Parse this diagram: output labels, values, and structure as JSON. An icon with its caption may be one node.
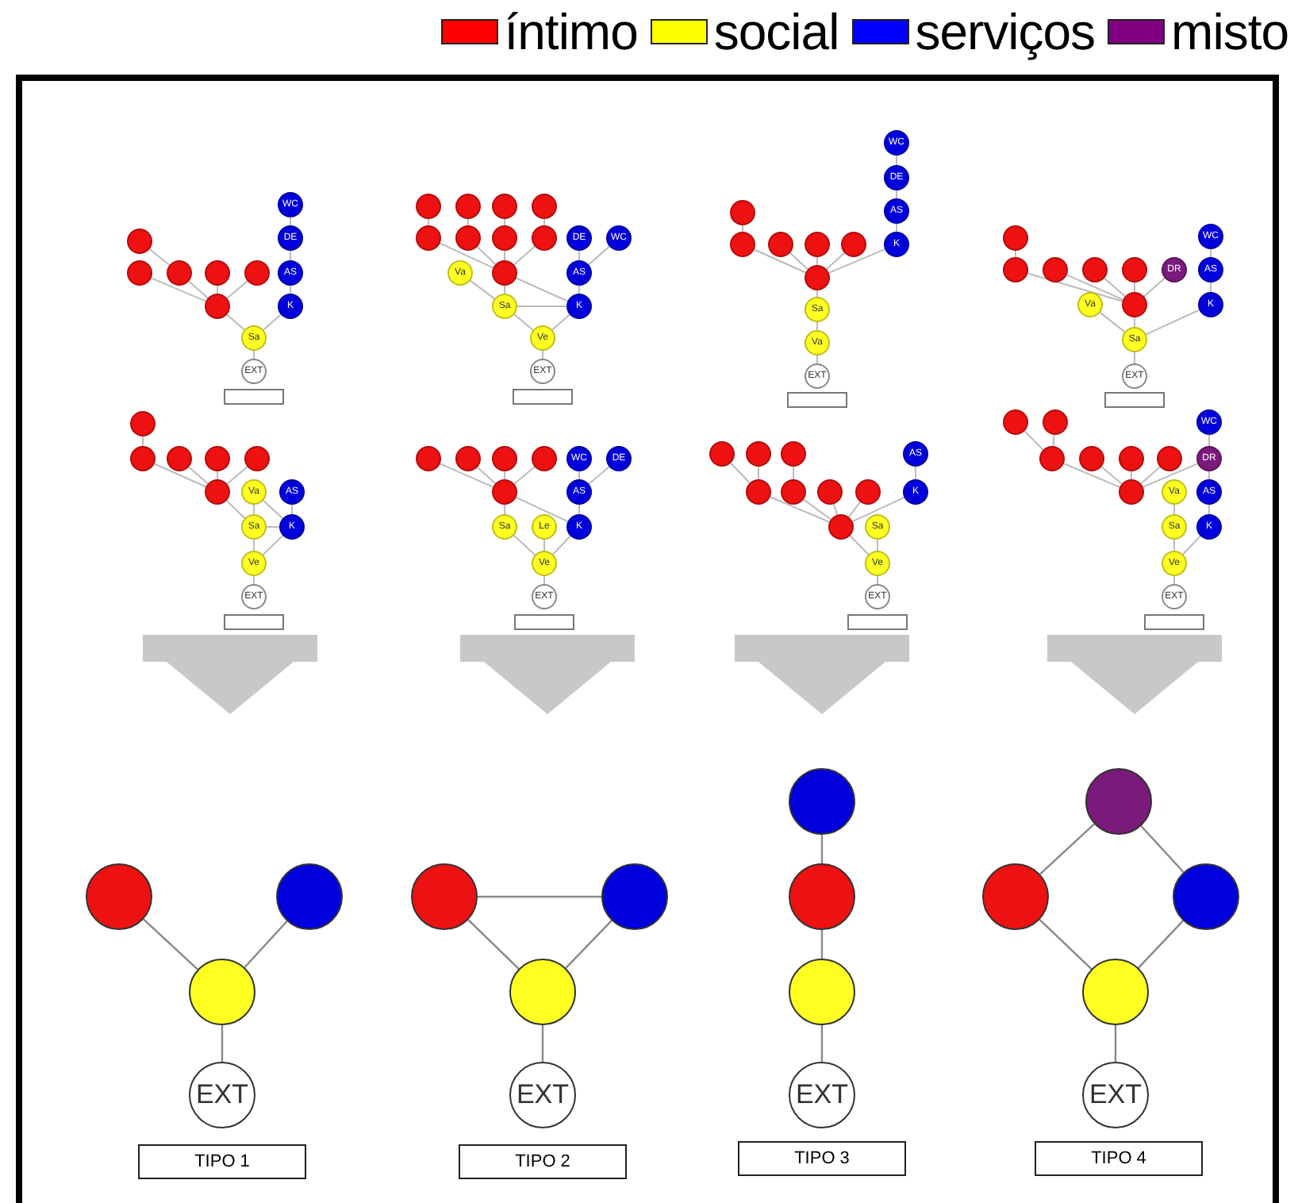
{
  "diagram": {
    "nodes": [
      {
        "text": [
          "WC"
        ]
      },
      {
        "text": [
          "DE"
        ]
      },
      {
        "text": [
          "AS"
        ]
      },
      {
        "text": [
          "K"
        ]
      },
      {
        "text": [],
        "shape": "circle"
      },
      {
        "text": [],
        "shape": "circle"
      },
      {
        "text": [],
        "shape": "circle"
      },
      {
        "text": [],
        "shape": "circle"
      },
      {
        "text": [],
        "shape": "circle"
      },
      {
        "text": [],
        "shape": "circle"
      },
      {
        "text": [
          "Sa"
        ]
      },
      {
        "text": [
          "EXT"
        ]
      },
      {
        "text": [],
        "shape": "box"
      },
      {
        "text": [],
        "shape": "circle"
      },
      {
        "text": [],
        "shape": "circle"
      },
      {
        "text": [],
        "shape": "circle"
      },
      {
        "text": [],
        "shape": "circle"
      },
      {
        "text": [],
        "shape": "circle"
      },
      {
        "text": [],
        "shape": "circle"
      },
      {
        "text": [],
        "shape": "circle"
      },
      {
        "text": [],
        "shape": "circle"
      },
      {
        "text": [
          "DE"
        ]
      },
      {
        "text": [
          "WC"
        ]
      },
      {
        "text": [
          "Va"
        ]
      },
      {
        "text": [],
        "shape": "circle"
      },
      {
        "text": [
          "AS"
        ]
      },
      {
        "text": [
          "Sa"
        ]
      },
      {
        "text": [
          "K"
        ]
      },
      {
        "text": [
          "Ve"
        ]
      },
      {
        "text": [
          "EXT"
        ]
      },
      {
        "text": [],
        "shape": "box"
      },
      {
        "text": [
          "WC"
        ]
      },
      {
        "text": [
          "DE"
        ]
      },
      {
        "text": [
          "AS"
        ]
      },
      {
        "text": [],
        "shape": "circle"
      },
      {
        "text": [],
        "shape": "circle"
      },
      {
        "text": [],
        "shape": "circle"
      },
      {
        "text": [],
        "shape": "circle"
      },
      {
        "text": [],
        "shape": "circle"
      },
      {
        "text": [
          "K"
        ]
      },
      {
        "text": [],
        "shape": "circle"
      },
      {
        "text": [
          "Sa"
        ]
      },
      {
        "text": [
          "Va"
        ]
      },
      {
        "text": [
          "EXT"
        ]
      },
      {
        "text": [],
        "shape": "box"
      },
      {
        "text": [
          "WC"
        ]
      },
      {
        "text": [],
        "shape": "circle"
      },
      {
        "text": [],
        "shape": "circle"
      },
      {
        "text": [],
        "shape": "circle"
      },
      {
        "text": [],
        "shape": "circle"
      },
      {
        "text": [],
        "shape": "circle"
      },
      {
        "text": [
          "DR"
        ]
      },
      {
        "text": [
          "AS"
        ]
      },
      {
        "text": [
          "Va"
        ]
      },
      {
        "text": [],
        "shape": "circle"
      },
      {
        "text": [
          "K"
        ]
      },
      {
        "text": [
          "Sa"
        ]
      },
      {
        "text": [
          "EXT"
        ]
      },
      {
        "text": [],
        "shape": "box"
      },
      {
        "text": [],
        "shape": "circle"
      },
      {
        "text": [],
        "shape": "circle"
      },
      {
        "text": [],
        "shape": "circle"
      },
      {
        "text": [],
        "shape": "circle"
      },
      {
        "text": [],
        "shape": "circle"
      },
      {
        "text": [],
        "shape": "circle"
      },
      {
        "text": [
          "Va"
        ]
      },
      {
        "text": [
          "AS"
        ]
      },
      {
        "text": [
          "Sa"
        ]
      },
      {
        "text": [
          "K"
        ]
      },
      {
        "text": [
          "Ve"
        ]
      },
      {
        "text": [
          "EXT"
        ]
      },
      {
        "text": [],
        "shape": "box"
      },
      {
        "text": [],
        "shape": "circle"
      },
      {
        "text": [],
        "shape": "circle"
      },
      {
        "text": [],
        "shape": "circle"
      },
      {
        "text": [],
        "shape": "circle"
      },
      {
        "text": [
          "WC"
        ]
      },
      {
        "text": [
          "DE"
        ]
      },
      {
        "text": [],
        "shape": "circle"
      },
      {
        "text": [
          "AS"
        ]
      },
      {
        "text": [
          "Sa"
        ]
      },
      {
        "text": [
          "Le"
        ]
      },
      {
        "text": [
          "K"
        ]
      },
      {
        "text": [
          "Ve"
        ]
      },
      {
        "text": [
          "EXT"
        ]
      },
      {
        "text": [],
        "shape": "box"
      },
      {
        "text": [],
        "shape": "circle"
      },
      {
        "text": [],
        "shape": "circle"
      },
      {
        "text": [],
        "shape": "circle"
      },
      {
        "text": [
          "AS"
        ]
      },
      {
        "text": [],
        "shape": "circle"
      },
      {
        "text": [],
        "shape": "circle"
      },
      {
        "text": [],
        "shape": "circle"
      },
      {
        "text": [],
        "shape": "circle"
      },
      {
        "text": [
          "K"
        ]
      },
      {
        "text": [],
        "shape": "circle"
      },
      {
        "text": [
          "Sa"
        ]
      },
      {
        "text": [
          "Ve"
        ]
      },
      {
        "text": [
          "EXT"
        ]
      },
      {
        "text": [],
        "shape": "box"
      },
      {
        "text": [],
        "shape": "circle"
      },
      {
        "text": [],
        "shape": "circle"
      },
      {
        "text": [
          "WC"
        ]
      },
      {
        "text": [],
        "shape": "circle"
      },
      {
        "text": [],
        "shape": "circle"
      },
      {
        "text": [],
        "shape": "circle"
      },
      {
        "text": [],
        "shape": "circle"
      },
      {
        "text": [
          "DR"
        ]
      },
      {
        "text": [],
        "shape": "circle"
      },
      {
        "text": [
          "Va"
        ]
      },
      {
        "text": [
          "AS"
        ]
      },
      {
        "text": [
          "Sa"
        ]
      },
      {
        "text": [
          "K"
        ]
      },
      {
        "text": [
          "Ve"
        ]
      },
      {
        "text": [
          "EXT"
        ]
      },
      {
        "text": [],
        "shape": "box"
      },
      {
        "text": [],
        "shape": "circle"
      },
      {
        "text": [],
        "shape": "circle"
      },
      {
        "text": [],
        "shape": "circle"
      },
      {
        "text": [
          "EXT"
        ]
      },
      {
        "text": [
          "TIPO 1"
        ]
      },
      {
        "text": [],
        "shape": "circle"
      },
      {
        "text": [],
        "shape": "circle"
      },
      {
        "text": [],
        "shape": "circle"
      },
      {
        "text": [
          "EXT"
        ]
      },
      {
        "text": [
          "TIPO 2"
        ]
      },
      {
        "text": [],
        "shape": "circle"
      },
      {
        "text": [],
        "shape": "circle"
      },
      {
        "text": [],
        "shape": "circle"
      },
      {
        "text": [
          "EXT"
        ]
      },
      {
        "text": [
          "TIPO 3"
        ]
      },
      {
        "text": [],
        "shape": "circle"
      },
      {
        "text": [],
        "shape": "circle"
      },
      {
        "text": [],
        "shape": "circle"
      },
      {
        "text": [],
        "shape": "circle"
      },
      {
        "text": [
          "EXT"
        ]
      },
      {
        "text": [
          "TIPO 4"
        ]
      }
    ],
    "edges": [
      {
        "from": 0,
        "to": 1,
        "arrow": "none"
      },
      {
        "from": 1,
        "to": 2,
        "arrow": "none"
      },
      {
        "from": 2,
        "to": 3,
        "arrow": "none"
      },
      {
        "from": 4,
        "to": 6,
        "arrow": "none"
      },
      {
        "from": 5,
        "to": 9,
        "arrow": "none"
      },
      {
        "from": 6,
        "to": 9,
        "arrow": "none"
      },
      {
        "from": 7,
        "to": 9,
        "arrow": "none"
      },
      {
        "from": 8,
        "to": 9,
        "arrow": "none"
      },
      {
        "from": 9,
        "to": 10,
        "arrow": "none"
      },
      {
        "from": 3,
        "to": 10,
        "arrow": "none"
      },
      {
        "from": 10,
        "to": 11,
        "arrow": "none"
      },
      {
        "from": 13,
        "to": 17,
        "arrow": "none"
      },
      {
        "from": 14,
        "to": 18,
        "arrow": "none"
      },
      {
        "from": 15,
        "to": 19,
        "arrow": "none"
      },
      {
        "from": 16,
        "to": 20,
        "arrow": "none"
      },
      {
        "from": 17,
        "to": 24,
        "arrow": "none"
      },
      {
        "from": 18,
        "to": 24,
        "arrow": "none"
      },
      {
        "from": 19,
        "to": 24,
        "arrow": "none"
      },
      {
        "from": 20,
        "to": 24,
        "arrow": "none"
      },
      {
        "from": 21,
        "to": 25,
        "arrow": "none"
      },
      {
        "from": 22,
        "to": 25,
        "arrow": "none"
      },
      {
        "from": 25,
        "to": 27,
        "arrow": "none"
      },
      {
        "from": 24,
        "to": 26,
        "arrow": "none"
      },
      {
        "from": 23,
        "to": 26,
        "arrow": "none"
      },
      {
        "from": 26,
        "to": 27,
        "arrow": "none"
      },
      {
        "from": 24,
        "to": 27,
        "arrow": "none"
      },
      {
        "from": 26,
        "to": 28,
        "arrow": "none"
      },
      {
        "from": 27,
        "to": 28,
        "arrow": "none"
      },
      {
        "from": 28,
        "to": 29,
        "arrow": "none"
      },
      {
        "from": 31,
        "to": 32,
        "arrow": "none"
      },
      {
        "from": 32,
        "to": 33,
        "arrow": "none"
      },
      {
        "from": 33,
        "to": 39,
        "arrow": "none"
      },
      {
        "from": 34,
        "to": 35,
        "arrow": "none"
      },
      {
        "from": 35,
        "to": 40,
        "arrow": "none"
      },
      {
        "from": 36,
        "to": 40,
        "arrow": "none"
      },
      {
        "from": 37,
        "to": 40,
        "arrow": "none"
      },
      {
        "from": 38,
        "to": 40,
        "arrow": "none"
      },
      {
        "from": 39,
        "to": 40,
        "arrow": "none"
      },
      {
        "from": 40,
        "to": 41,
        "arrow": "none"
      },
      {
        "from": 41,
        "to": 42,
        "arrow": "none"
      },
      {
        "from": 42,
        "to": 43,
        "arrow": "none"
      },
      {
        "from": 45,
        "to": 52,
        "arrow": "none"
      },
      {
        "from": 52,
        "to": 55,
        "arrow": "none"
      },
      {
        "from": 46,
        "to": 47,
        "arrow": "none"
      },
      {
        "from": 47,
        "to": 54,
        "arrow": "none"
      },
      {
        "from": 48,
        "to": 54,
        "arrow": "none"
      },
      {
        "from": 49,
        "to": 54,
        "arrow": "none"
      },
      {
        "from": 50,
        "to": 54,
        "arrow": "none"
      },
      {
        "from": 51,
        "to": 54,
        "arrow": "none"
      },
      {
        "from": 53,
        "to": 56,
        "arrow": "none"
      },
      {
        "from": 54,
        "to": 56,
        "arrow": "none"
      },
      {
        "from": 55,
        "to": 56,
        "arrow": "none"
      },
      {
        "from": 56,
        "to": 57,
        "arrow": "none"
      },
      {
        "from": 59,
        "to": 60,
        "arrow": "none"
      },
      {
        "from": 60,
        "to": 64,
        "arrow": "none"
      },
      {
        "from": 61,
        "to": 64,
        "arrow": "none"
      },
      {
        "from": 62,
        "to": 64,
        "arrow": "none"
      },
      {
        "from": 63,
        "to": 64,
        "arrow": "none"
      },
      {
        "from": 64,
        "to": 67,
        "arrow": "none"
      },
      {
        "from": 65,
        "to": 67,
        "arrow": "none"
      },
      {
        "from": 65,
        "to": 68,
        "arrow": "none"
      },
      {
        "from": 67,
        "to": 68,
        "arrow": "none"
      },
      {
        "from": 66,
        "to": 68,
        "arrow": "none"
      },
      {
        "from": 67,
        "to": 69,
        "arrow": "none"
      },
      {
        "from": 68,
        "to": 69,
        "arrow": "none"
      },
      {
        "from": 69,
        "to": 70,
        "arrow": "none"
      },
      {
        "from": 72,
        "to": 78,
        "arrow": "none"
      },
      {
        "from": 73,
        "to": 78,
        "arrow": "none"
      },
      {
        "from": 74,
        "to": 78,
        "arrow": "none"
      },
      {
        "from": 75,
        "to": 78,
        "arrow": "none"
      },
      {
        "from": 76,
        "to": 79,
        "arrow": "none"
      },
      {
        "from": 77,
        "to": 79,
        "arrow": "none"
      },
      {
        "from": 79,
        "to": 82,
        "arrow": "none"
      },
      {
        "from": 78,
        "to": 80,
        "arrow": "none"
      },
      {
        "from": 78,
        "to": 82,
        "arrow": "none"
      },
      {
        "from": 80,
        "to": 83,
        "arrow": "none"
      },
      {
        "from": 81,
        "to": 83,
        "arrow": "none"
      },
      {
        "from": 82,
        "to": 83,
        "arrow": "none"
      },
      {
        "from": 83,
        "to": 84,
        "arrow": "none"
      },
      {
        "from": 86,
        "to": 90,
        "arrow": "none"
      },
      {
        "from": 87,
        "to": 90,
        "arrow": "none"
      },
      {
        "from": 88,
        "to": 91,
        "arrow": "none"
      },
      {
        "from": 90,
        "to": 95,
        "arrow": "none"
      },
      {
        "from": 91,
        "to": 95,
        "arrow": "none"
      },
      {
        "from": 92,
        "to": 95,
        "arrow": "none"
      },
      {
        "from": 93,
        "to": 95,
        "arrow": "none"
      },
      {
        "from": 94,
        "to": 95,
        "arrow": "none"
      },
      {
        "from": 89,
        "to": 94,
        "arrow": "none"
      },
      {
        "from": 95,
        "to": 97,
        "arrow": "none"
      },
      {
        "from": 96,
        "to": 97,
        "arrow": "none"
      },
      {
        "from": 97,
        "to": 98,
        "arrow": "none"
      },
      {
        "from": 100,
        "to": 103,
        "arrow": "none"
      },
      {
        "from": 101,
        "to": 103,
        "arrow": "none"
      },
      {
        "from": 103,
        "to": 108,
        "arrow": "none"
      },
      {
        "from": 104,
        "to": 108,
        "arrow": "none"
      },
      {
        "from": 105,
        "to": 108,
        "arrow": "none"
      },
      {
        "from": 106,
        "to": 108,
        "arrow": "none"
      },
      {
        "from": 107,
        "to": 108,
        "arrow": "none"
      },
      {
        "from": 102,
        "to": 107,
        "arrow": "none"
      },
      {
        "from": 107,
        "to": 110,
        "arrow": "none"
      },
      {
        "from": 110,
        "to": 112,
        "arrow": "none"
      },
      {
        "from": 109,
        "to": 111,
        "arrow": "none"
      },
      {
        "from": 111,
        "to": 113,
        "arrow": "none"
      },
      {
        "from": 112,
        "to": 113,
        "arrow": "none"
      },
      {
        "from": 113,
        "to": 114,
        "arrow": "none"
      },
      {
        "from": 116,
        "to": 118,
        "arrow": "none"
      },
      {
        "from": 117,
        "to": 118,
        "arrow": "none"
      },
      {
        "from": 118,
        "to": 119,
        "arrow": "none"
      },
      {
        "from": 121,
        "to": 122,
        "arrow": "none"
      },
      {
        "from": 121,
        "to": 123,
        "arrow": "none"
      },
      {
        "from": 122,
        "to": 123,
        "arrow": "none"
      },
      {
        "from": 123,
        "to": 124,
        "arrow": "none"
      },
      {
        "from": 126,
        "to": 127,
        "arrow": "none"
      },
      {
        "from": 127,
        "to": 128,
        "arrow": "none"
      },
      {
        "from": 128,
        "to": 129,
        "arrow": "none"
      },
      {
        "from": 131,
        "to": 132,
        "arrow": "none"
      },
      {
        "from": 131,
        "to": 133,
        "arrow": "none"
      },
      {
        "from": 132,
        "to": 134,
        "arrow": "none"
      },
      {
        "from": 133,
        "to": 134,
        "arrow": "none"
      },
      {
        "from": 134,
        "to": 135,
        "arrow": "none"
      }
    ],
    "legend": [
      {
        "text": "íntimo",
        "color": "#ff0000"
      },
      {
        "text": "social",
        "color": "#ffff00"
      },
      {
        "text": "serviços",
        "color": "#0000ff"
      },
      {
        "text": "misto",
        "color": "#800080"
      }
    ]
  }
}
